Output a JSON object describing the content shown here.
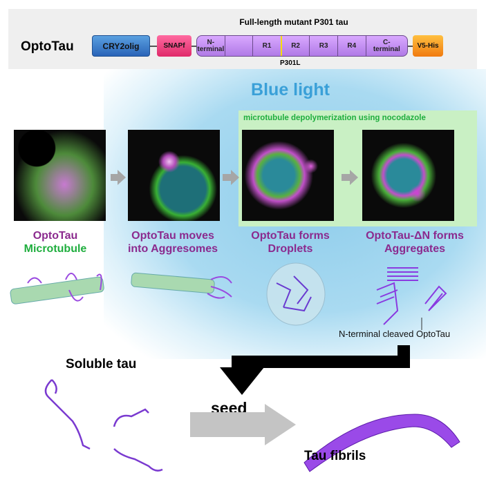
{
  "construct": {
    "name": "OptoTau",
    "header": "Full-length mutant P301 tau",
    "domains": {
      "cry2": "CRY2olig",
      "snap": "SNAPf",
      "v5": "V5-His"
    },
    "segments": [
      "N-\nterminal",
      "",
      "R1",
      "R2",
      "R3",
      "R4",
      "C-\nterminal"
    ],
    "mutation": "P301L"
  },
  "blue_light": "Blue light",
  "nocodazole": "microtubule depolymerization using nocodazole",
  "panels": [
    {
      "line1": "OptoTau",
      "line2": "Microtubule"
    },
    {
      "line1": "OptoTau moves",
      "line2": "into Aggresomes"
    },
    {
      "line1": "OptoTau forms",
      "line2": "Droplets"
    },
    {
      "line1": "OptoTau-ΔN forms",
      "line2": "Aggregates"
    }
  ],
  "cleaved_label": "N-terminal cleaved OptoTau",
  "soluble": "Soluble tau",
  "seed": "seed",
  "fibrils": "Tau fibrils",
  "colors": {
    "purple": "#8b2a8e",
    "green": "#1fae3e",
    "blue": "#3aa0d8"
  }
}
